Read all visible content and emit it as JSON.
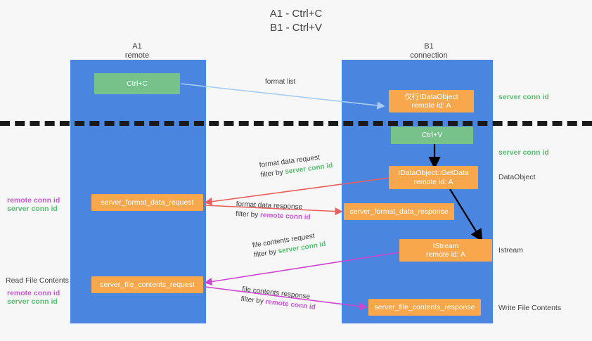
{
  "title": "A1 - Ctrl+C\nB1 - Ctrl+V",
  "columns": [
    {
      "name": "a1",
      "label": "A1\nremote"
    },
    {
      "name": "b1",
      "label": "B1\nconnection"
    }
  ],
  "nodes": {
    "ctrl_c": "Ctrl+C",
    "ctrl_v": "Ctrl+V",
    "idataobject": "仅行IDataObject\nremote id: A",
    "getdata": "IDataObject::GetData\nremote id: A",
    "istream": "IStream\nremote id: A",
    "format_data_request": "server_format_data_request",
    "format_data_response": "server_format_data_response",
    "file_contents_request": "server_file_contents_request",
    "file_contents_response": "server_file_contents_response"
  },
  "right_labels": {
    "server_conn_id_top": "server conn id",
    "server_conn_id_mid": "server conn id",
    "dataobject": "DataObject",
    "istream": "Istream",
    "write_file_contents": "Write File Contents"
  },
  "left_labels": {
    "remote_conn_id_1": "remote conn id",
    "server_conn_id_1": "server conn id",
    "read_file_contents": "Read File Contents",
    "remote_conn_id_2": "remote conn id",
    "server_conn_id_2": "server conn id"
  },
  "edges": {
    "format_list": "format list",
    "format_data_request": "format data request",
    "format_data_request_filter_prefix": "filter by ",
    "format_data_request_filter_value": "server conn id",
    "format_data_response": "format data response",
    "format_data_response_filter_prefix": "filter by ",
    "format_data_response_filter_value": "remote conn id",
    "file_contents_request": "file contents request",
    "file_contents_request_filter_prefix": "filter by ",
    "file_contents_request_filter_value": "server conn id",
    "file_contents_response": "file contents response",
    "file_contents_response_filter_prefix": "filter by ",
    "file_contents_response_filter_value": "remote conn id"
  },
  "colors": {
    "lane": "#4a86e0",
    "green_node": "#76c28a",
    "orange_node": "#f8a74c",
    "green_text": "#5bbd72",
    "purple_text": "#c65ad0",
    "red_arrow": "#e8605d",
    "magenta_arrow": "#cc46cf",
    "blue_arrow": "#a8cdf0",
    "black_arrow": "#000000",
    "background": "#f7f7f7"
  }
}
